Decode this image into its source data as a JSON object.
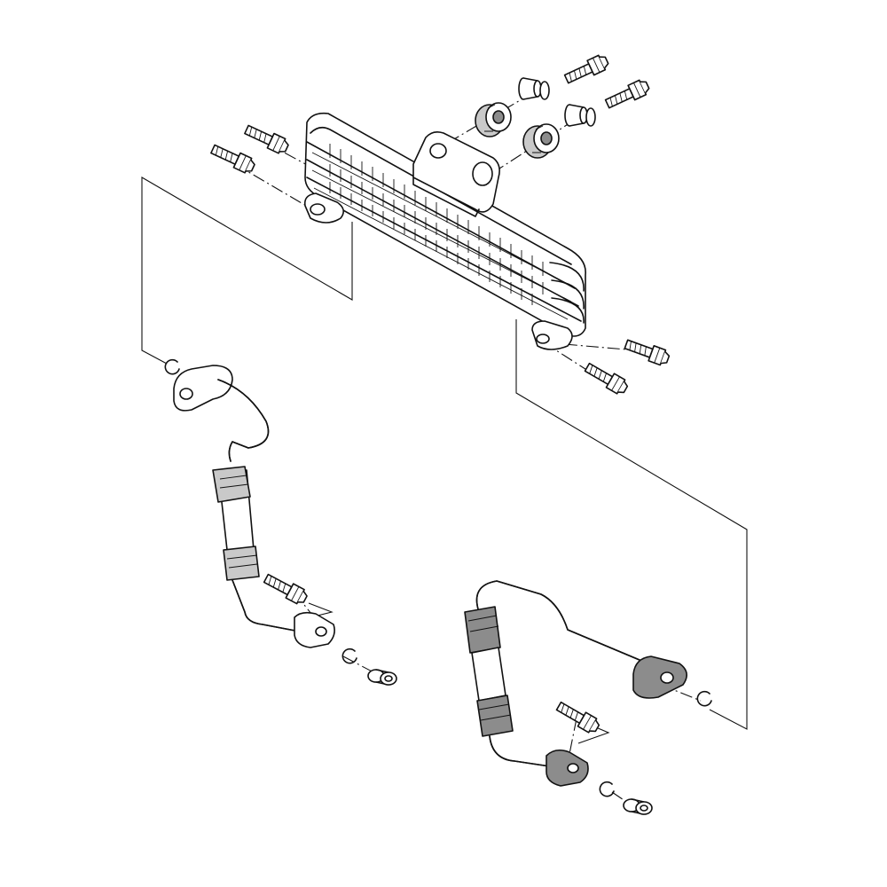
{
  "diagram": {
    "colors": {
      "line": "#111111",
      "background": "#ffffff",
      "pipe_fill": "#c9c9c9",
      "dark_fill": "#8c8c8c"
    },
    "parts": [
      "oil-cooler",
      "mounting-bracket",
      "rubber-grommet",
      "collar",
      "flange-bolt",
      "oil-pipe",
      "hose-clamp",
      "o-ring",
      "dowel-pin"
    ]
  }
}
